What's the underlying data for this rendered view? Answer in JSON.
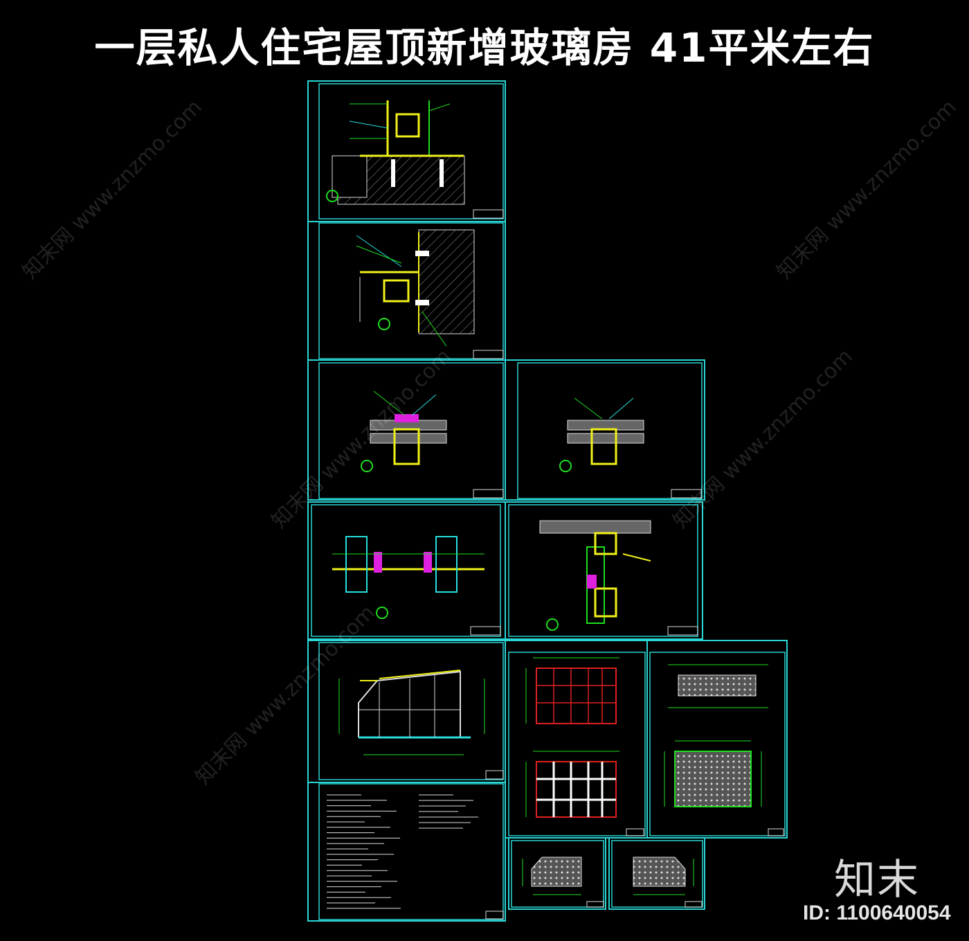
{
  "title": "一层私人住宅屋顶新增玻璃房  41平米左右",
  "brand": "知末",
  "id_label": "ID: 1100640054",
  "watermark": "知末网 www.znzmo.com",
  "colors": {
    "background": "#000000",
    "frame": "#2ad6d6",
    "detail_green": "#1fe01f",
    "detail_yellow": "#f2f21a",
    "detail_cyan": "#28e0e0",
    "detail_magenta": "#e020e0",
    "detail_red": "#e02020",
    "detail_white": "#e8e8e8"
  },
  "sheets": [
    {
      "name": "sheet-node-1",
      "type": "detail"
    },
    {
      "name": "sheet-node-2",
      "type": "detail"
    },
    {
      "name": "sheet-node-3",
      "type": "detail"
    },
    {
      "name": "sheet-node-4",
      "type": "detail"
    },
    {
      "name": "sheet-node-5",
      "type": "detail"
    },
    {
      "name": "sheet-node-6",
      "type": "detail"
    },
    {
      "name": "sheet-elevation",
      "type": "elevation"
    },
    {
      "name": "sheet-roof-plan",
      "type": "plan"
    },
    {
      "name": "sheet-structure-plan",
      "type": "plan"
    },
    {
      "name": "sheet-notes",
      "type": "notes"
    },
    {
      "name": "sheet-side-elevation-a",
      "type": "elevation"
    },
    {
      "name": "sheet-side-elevation-b",
      "type": "elevation"
    }
  ]
}
